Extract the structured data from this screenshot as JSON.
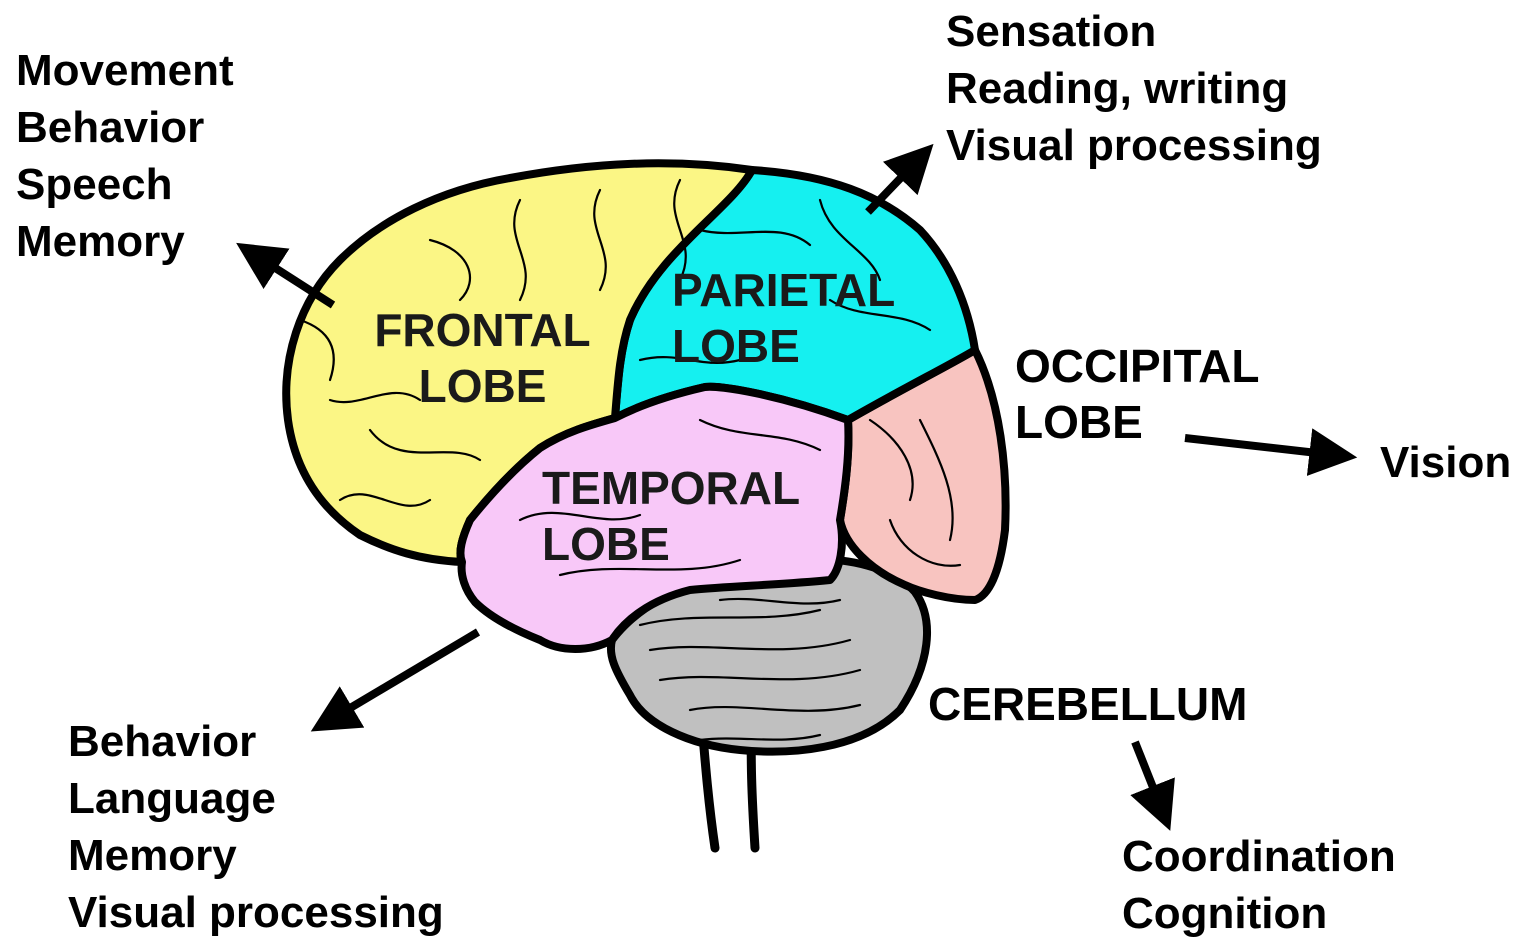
{
  "colors": {
    "frontal": "#fbf685",
    "parietal": "#15f0f0",
    "temporal": "#f8c8f8",
    "occipital": "#f8c4c0",
    "cerebellum": "#c0c0c0",
    "outline": "#000000",
    "arrow": "#000000"
  },
  "lobes": {
    "frontal": [
      "FRONTAL",
      "LOBE"
    ],
    "parietal": [
      "PARIETAL",
      "LOBE"
    ],
    "temporal": [
      "TEMPORAL",
      "LOBE"
    ],
    "occipital": [
      "OCCIPITAL",
      "LOBE"
    ],
    "cerebellum": "CEREBELLUM"
  },
  "functions": {
    "frontal": [
      "Movement",
      "Behavior",
      "Speech",
      "Memory"
    ],
    "parietal": [
      "Sensation",
      "Reading, writing",
      "Visual processing"
    ],
    "temporal": [
      "Behavior",
      "Language",
      "Memory",
      "Visual processing"
    ],
    "occipital": [
      "Vision"
    ],
    "cerebellum": [
      "Coordination",
      "Cognition"
    ]
  }
}
